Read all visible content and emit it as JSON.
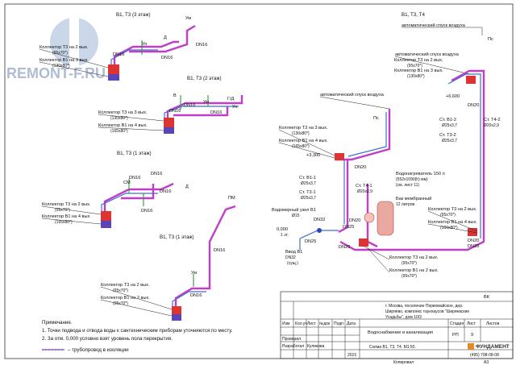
{
  "watermark": "REMONT-F.RU",
  "blocks": [
    {
      "title": "В1, Т3 (3 этаж)",
      "l_un": "Ун",
      "l_d": "Д",
      "l_um": "Ум",
      "l_dn1": "DN16",
      "l_dn2": "DN16",
      "l_dn3": "DN16",
      "k1": "Коллектор Т3 на 2 вых.",
      "k1s": "(95x70*)",
      "k2": "Коллектор В1 на 3 вых.",
      "k2s": "(130x80*)"
    },
    {
      "title": "В1, Т3 (2 этаж)",
      "l_v": "В",
      "l_um": "Ум",
      "l_gd": "Г/Д",
      "l_un": "Ун",
      "l_dn1": "DN16",
      "l_dn2": "DN16",
      "l_dn3": "DN16",
      "k1": "Коллектор Т3 на 3 вых.",
      "k1s": "(130x80*)",
      "k2": "Коллектор В1 на 4 вых.",
      "k2s": "(165x80*)"
    },
    {
      "title": "В1, Т3 (1 этаж)",
      "l_sm": "СМ",
      "l_dn1": "DN16",
      "l_dn2": "DN16",
      "l_dn3": "DN16",
      "l_dn4": "DN16",
      "l_d": "Д",
      "k1": "Коллектор Т3 на 2 вых.",
      "k1s": "(95x70*)",
      "k2": "Коллектор В1 на 4 вых.",
      "k2s": "(165x80*)"
    },
    {
      "title": "В1, Т3 (1 этаж)",
      "l_um": "Ум",
      "l_pm": "ПМ",
      "l_dn1": "DN16",
      "l_dn2": "DN16",
      "k1": "Коллектор Т3 на 2 вых.",
      "k1s": "(95x70*)",
      "k2": "Коллектор В1 на 2 вых.",
      "k2s": "(95x70*)"
    }
  ],
  "riser": {
    "title": "В1, Т3, Т4",
    "air_vent_1": "автоматический спуск воздуха",
    "air_vent_2": "автоматический спуск воздуха",
    "air_vent_3": "автоматический спуск воздуха",
    "pc1": "Пс",
    "pc2": "Пс",
    "k_t3_top": "Коллектор Т3 на 2 вых.",
    "k_t3_top_s": "(95x70*)",
    "k_b1_top": "Коллектор В1 на 3 вых.",
    "k_b1_top_s": "(130x80*)",
    "el_top": "+6,600",
    "dn20a": "DN20",
    "st_b12": "Ст. В1-2",
    "st_b12_d": "Ø25x3,7",
    "st_t42": "Ст. Т4-2",
    "st_t42_d": "Ø20x2,9",
    "st_t32": "Ст. Т3-2",
    "st_t32_d": "Ø25x3,7",
    "k_t3_mid": "Коллектор Т3 на 3 вых.",
    "k_t3_mid_s": "(130x80*)",
    "k_b1_mid": "Коллектор В1 на 4 вых.",
    "k_b1_mid_s": "(165x80*)",
    "el_mid": "+3,300",
    "dn20b": "DN20",
    "st_b11": "Ст. В1-1",
    "st_b11_d": "Ø25x3,7",
    "st_t31": "Ст. Т3-1",
    "st_t31_d": "Ø25x3,7",
    "st_t41": "Ст. Т4-1",
    "st_t41_d": "Ø20x2,9",
    "heater": "Водонагреватель 150 л",
    "heater_s": "(552x1090(h) мм)",
    "heater_ref": "(см. лист 11)",
    "tank": "Бак мембранный",
    "tank_s": "12 литров",
    "node": "Водомерный узел В1",
    "node_s": "Ø15",
    "dn32a": "DN32",
    "dn20c": "DN20",
    "dn25a": "DN25",
    "el_low": "0,000",
    "el_low_s": "1 эт.",
    "dn25b": "DN25",
    "dn20d": "DN20",
    "dn20e": "DN20",
    "dn25c": "DN25",
    "k_t3_low": "Коллектор Т3 на 2 вых.",
    "k_t3_low_s": "(95x70*)",
    "k_b1_low": "Коллектор В1 на 4 вых.",
    "k_b1_low_s": "(160x80*)",
    "inlet": "Ввод В1",
    "inlet_d": "DN32",
    "inlet_s": "(сущ.)",
    "k_t3_bot": "Коллектор Т3 на 2 вых.",
    "k_t3_bot_s": "(95x70*)",
    "k_b1_bot": "Коллектор В1 на 2 вых.",
    "k_b1_bot_s": "(95x70*)"
  },
  "notes": {
    "title": "Примечание.",
    "n1": "1. Точки подвода и отвода воды к сантехническим приборам уточняются по месту.",
    "n2": "2. За отм. 0,000 условно взят уровень пола перекрытия.",
    "legend": "– трубопровод в изоляции"
  },
  "title_block": {
    "code": "ВК",
    "address1": "г. Москва, поселение Первомайское, дер.",
    "address2": "Ширяево, комплекс таунхаусов \"Ширяевские",
    "address3": "Усадьбы\", дом 10/3",
    "h_izm": "Изм",
    "h_kol": "Кол.уч",
    "h_list": "Лист",
    "h_doc": "№док",
    "h_sign": "Подп",
    "h_date": "Дата",
    "checked": "Проверил",
    "developed": "Разработал",
    "developer": "Куликова",
    "year": "2015",
    "section": "Водоснабжение и канализация",
    "scheme": "Схема В1, Т3, Т4. М1:50.",
    "h_stage": "Стадия",
    "h_sheet": "Лист",
    "h_sheets": "Листов",
    "stage": "РП",
    "sheet": "9",
    "company": "ФУНДАМЕНТ",
    "phone": "(495) 798-08-08",
    "copied": "Копировал",
    "format": "А3"
  }
}
